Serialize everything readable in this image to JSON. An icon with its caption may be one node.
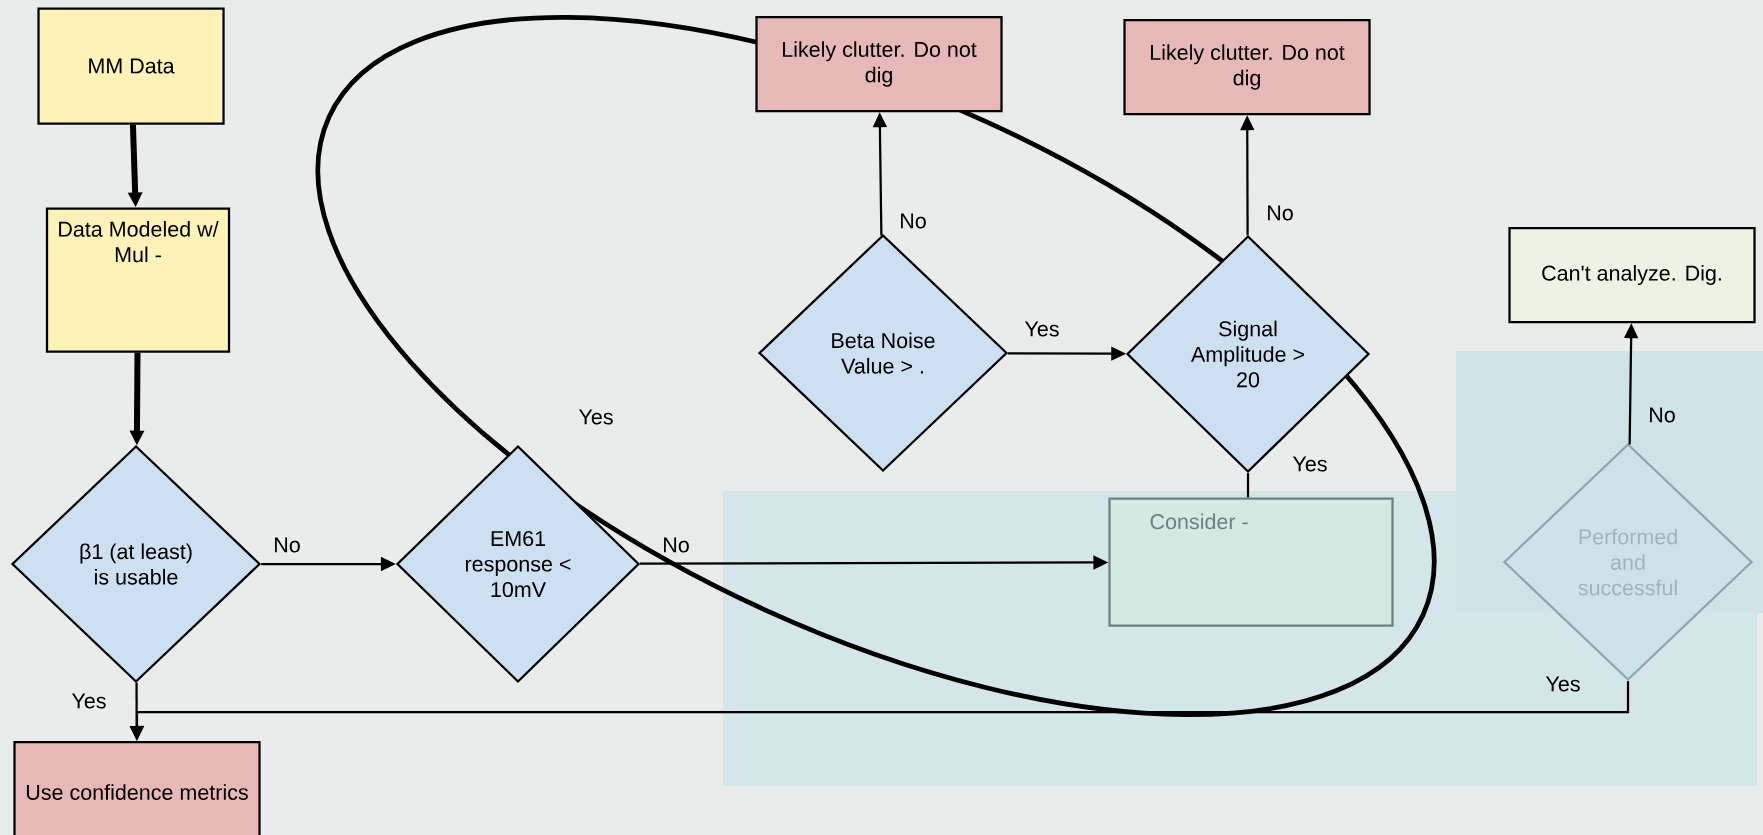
{
  "diagram": {
    "nodes": [
      {
        "text": [
          "MM Data"
        ]
      },
      {
        "text": [
          "Data Modeled w/ Mul -"
        ]
      },
      {
        "text": [
          "β1 (at least) is usable"
        ]
      },
      {
        "text": [
          "Use confidence metrics"
        ]
      },
      {
        "text": [
          "EM61 response < 10mV"
        ]
      },
      {
        "text": [
          "Likely clutter. Do not dig"
        ]
      },
      {
        "text": [
          "Likely clutter. Do not dig"
        ]
      },
      {
        "text": [
          "Beta Noise Value > ."
        ]
      },
      {
        "text": [
          "Signal Amplitude > 20"
        ]
      },
      {
        "text": [
          "Consider -"
        ]
      },
      {
        "text": [
          "Can't analyze. Dig."
        ]
      },
      {
        "text": [
          "Performed and successful"
        ]
      }
    ],
    "edges": [
      {
        "from": 0,
        "to": 1,
        "arrow": "to",
        "style": "thick"
      },
      {
        "from": 1,
        "to": 2,
        "arrow": "to",
        "style": "thick"
      },
      {
        "from": 2,
        "to": 4,
        "arrow": "to",
        "label": "No"
      },
      {
        "from": 2,
        "to": 3,
        "arrow": "to",
        "label": "Yes"
      },
      {
        "from": 4,
        "to": 9,
        "arrow": "to",
        "label": "No"
      },
      {
        "from": 7,
        "to": 5,
        "arrow": "to",
        "label": "No"
      },
      {
        "from": 7,
        "to": 8,
        "arrow": "to",
        "label": "Yes"
      },
      {
        "from": 8,
        "to": 6,
        "arrow": "to",
        "label": "No"
      },
      {
        "from": 8,
        "to": 9,
        "arrow": "none",
        "label": "Yes"
      },
      {
        "from": 11,
        "to": 10,
        "arrow": "to",
        "label": "No"
      },
      {
        "from": 11,
        "to": 3,
        "arrow": "to",
        "label": "Yes"
      }
    ],
    "labels": [
      "Yes"
    ]
  }
}
